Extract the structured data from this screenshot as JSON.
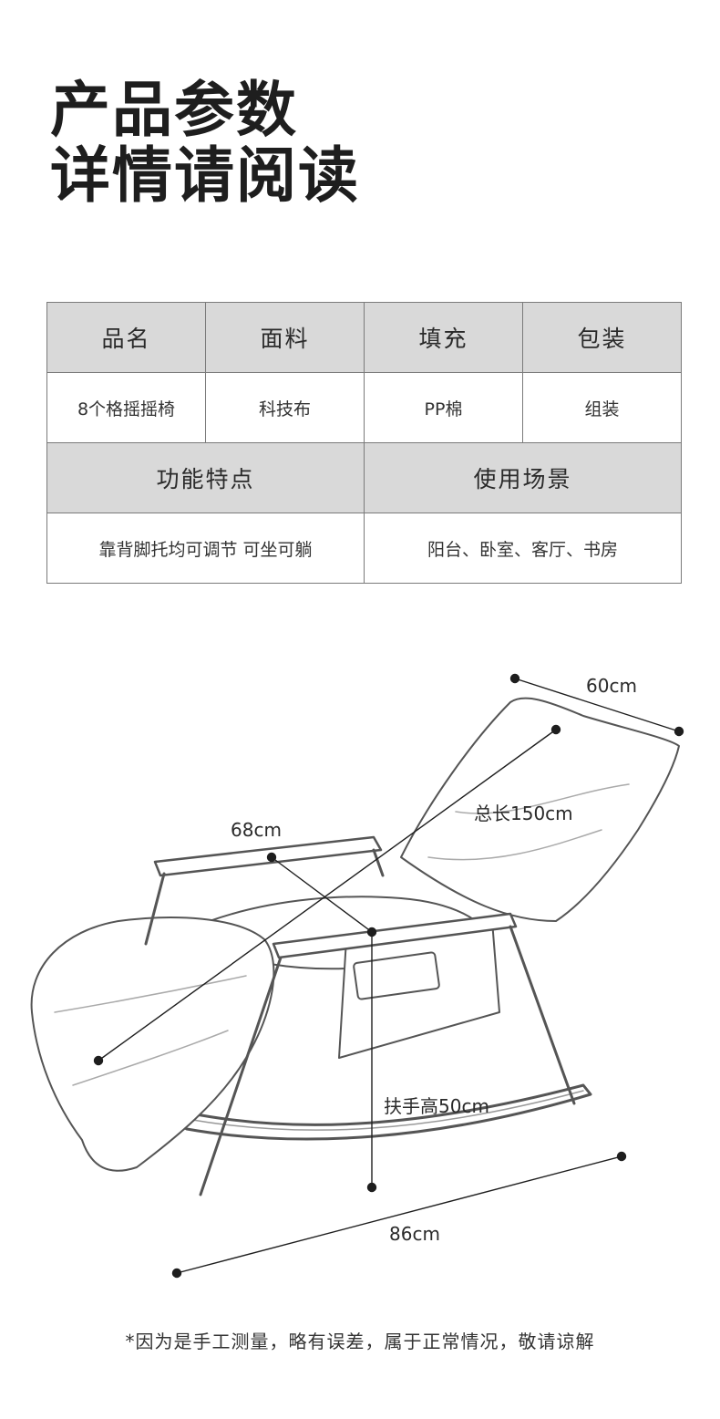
{
  "header": {
    "line1": "产品参数",
    "line2": "详情请阅读"
  },
  "table": {
    "row1_headers": [
      "品名",
      "面料",
      "填充",
      "包装"
    ],
    "row1_values": [
      "8个格摇摇椅",
      "科技布",
      "PP棉",
      "组装"
    ],
    "row2_headers": [
      "功能特点",
      "使用场景"
    ],
    "row2_values": [
      "靠背脚托均可调节 可坐可躺",
      "阳台、卧室、客厅、书房"
    ]
  },
  "dimensions": {
    "width": "60cm",
    "total_length": "总长150cm",
    "armrest_length": "68cm",
    "armrest_height": "扶手高50cm",
    "base_length": "86cm"
  },
  "footnote": "*因为是手工测量，略有误差，属于正常情况，敬请谅解",
  "colors": {
    "header_fill": "#d9d9d9",
    "border": "#7a7a7a",
    "text": "#222222"
  }
}
